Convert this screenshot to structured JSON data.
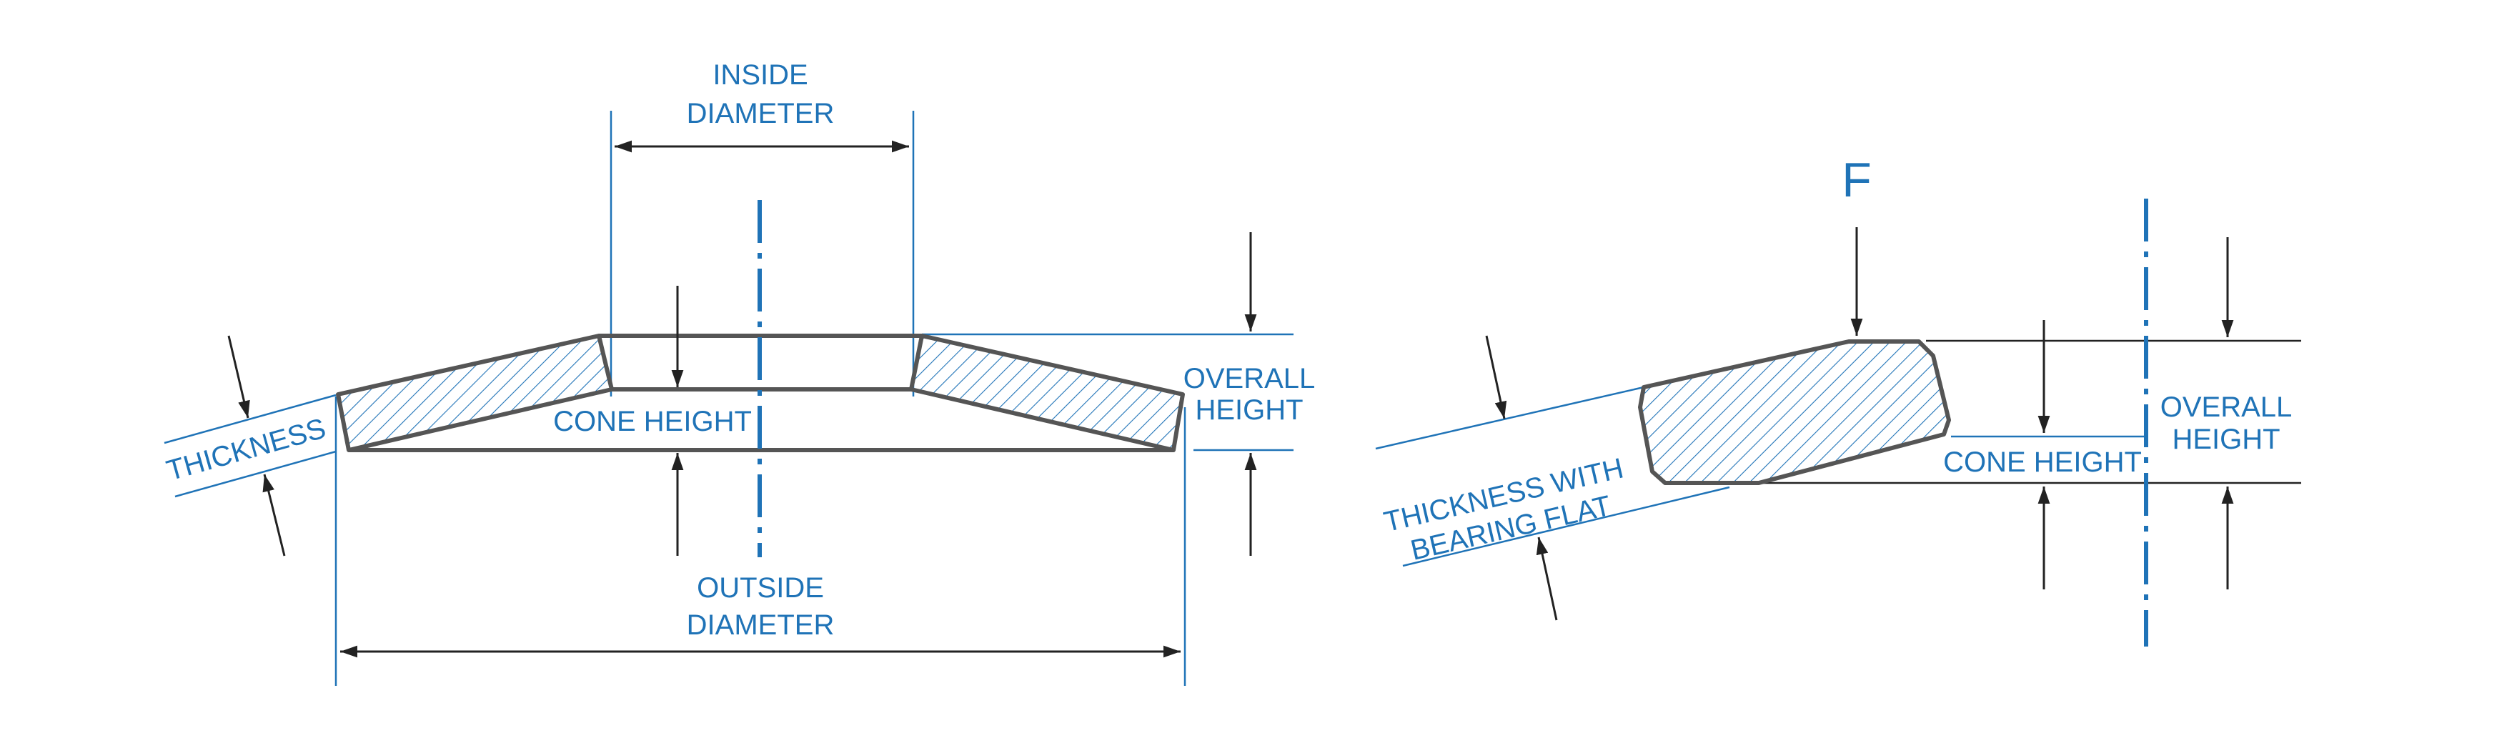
{
  "colors": {
    "label": "#1f73b7",
    "outline": "#555555",
    "hatch": "#1f73b7",
    "arrow": "#222222"
  },
  "left_figure": {
    "inside_diameter": [
      "INSIDE",
      "DIAMETER"
    ],
    "outside_diameter": [
      "OUTSIDE",
      "DIAMETER"
    ],
    "thickness": "THICKNESS",
    "cone_height": "CONE HEIGHT",
    "overall_height": [
      "OVERALL",
      "HEIGHT"
    ]
  },
  "right_figure": {
    "force": "F",
    "thickness_with_bearing_flat": [
      "THICKNESS WITH",
      "BEARING FLAT"
    ],
    "cone_height": "CONE HEIGHT",
    "overall_height": [
      "OVERALL",
      "HEIGHT"
    ]
  }
}
